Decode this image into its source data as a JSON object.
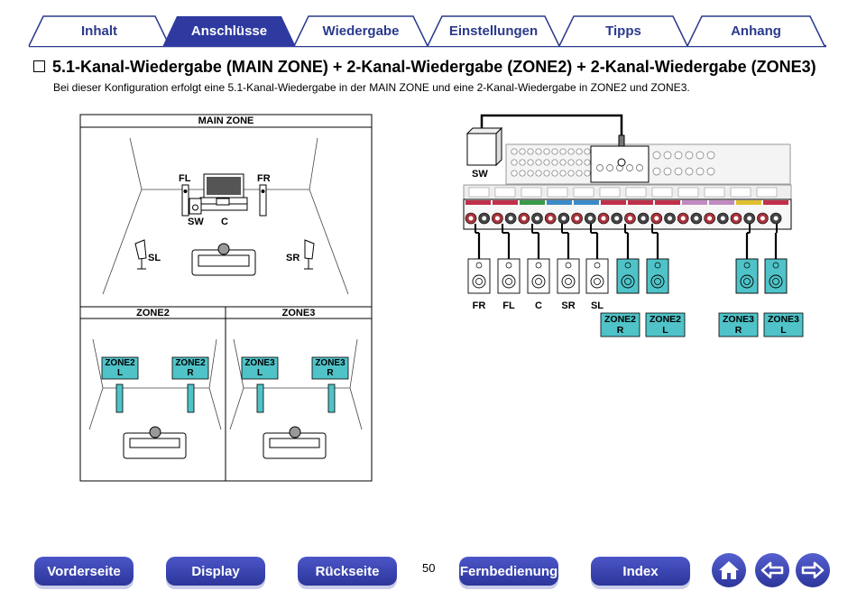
{
  "tabs": [
    {
      "label": "Inhalt",
      "active": false
    },
    {
      "label": "Anschlüsse",
      "active": true
    },
    {
      "label": "Wiedergabe",
      "active": false
    },
    {
      "label": "Einstellungen",
      "active": false
    },
    {
      "label": "Tipps",
      "active": false
    },
    {
      "label": "Anhang",
      "active": false
    }
  ],
  "page": {
    "title": "5.1-Kanal-Wiedergabe (MAIN ZONE) + 2-Kanal-Wiedergabe (ZONE2) + 2-Kanal-Wiedergabe (ZONE3)",
    "subtitle": "Bei dieser Konfiguration erfolgt eine 5.1-Kanal-Wiedergabe in der MAIN ZONE und eine 2-Kanal-Wiedergabe in ZONE2 und ZONE3.",
    "page_number": "50"
  },
  "room_diagram": {
    "main_zone_label": "MAIN ZONE",
    "zone2_label": "ZONE2",
    "zone3_label": "ZONE3",
    "main_speakers": {
      "fl": "FL",
      "fr": "FR",
      "sw": "SW",
      "c": "C",
      "sl": "SL",
      "sr": "SR"
    },
    "zone2_speakers": {
      "left_top": "ZONE2",
      "left_bottom": "L",
      "right_top": "ZONE2",
      "right_bottom": "R"
    },
    "zone3_speakers": {
      "left_top": "ZONE3",
      "left_bottom": "L",
      "right_top": "ZONE3",
      "right_bottom": "R"
    }
  },
  "wiring_diagram": {
    "subwoofer_label": "SW",
    "speaker_labels": [
      "FR",
      "FL",
      "C",
      "SR",
      "SL"
    ],
    "zone_boxes": [
      {
        "top": "ZONE2",
        "bottom": "R"
      },
      {
        "top": "ZONE2",
        "bottom": "L"
      },
      {
        "top": "ZONE3",
        "bottom": "R"
      },
      {
        "top": "ZONE3",
        "bottom": "L"
      }
    ]
  },
  "nav": {
    "vorderseite": "Vorderseite",
    "display": "Display",
    "rueckseite": "Rückseite",
    "fernbedienung": "Fernbedienung",
    "index": "Index",
    "home_icon": "home-icon",
    "back_icon": "arrow-left-icon",
    "forward_icon": "arrow-right-icon"
  },
  "colors": {
    "tab_blue": "#2a3a8c",
    "nav_blue": "#3a44b4",
    "zone_teal": "#4fc3c8",
    "terminal_red": "#a8323a"
  }
}
